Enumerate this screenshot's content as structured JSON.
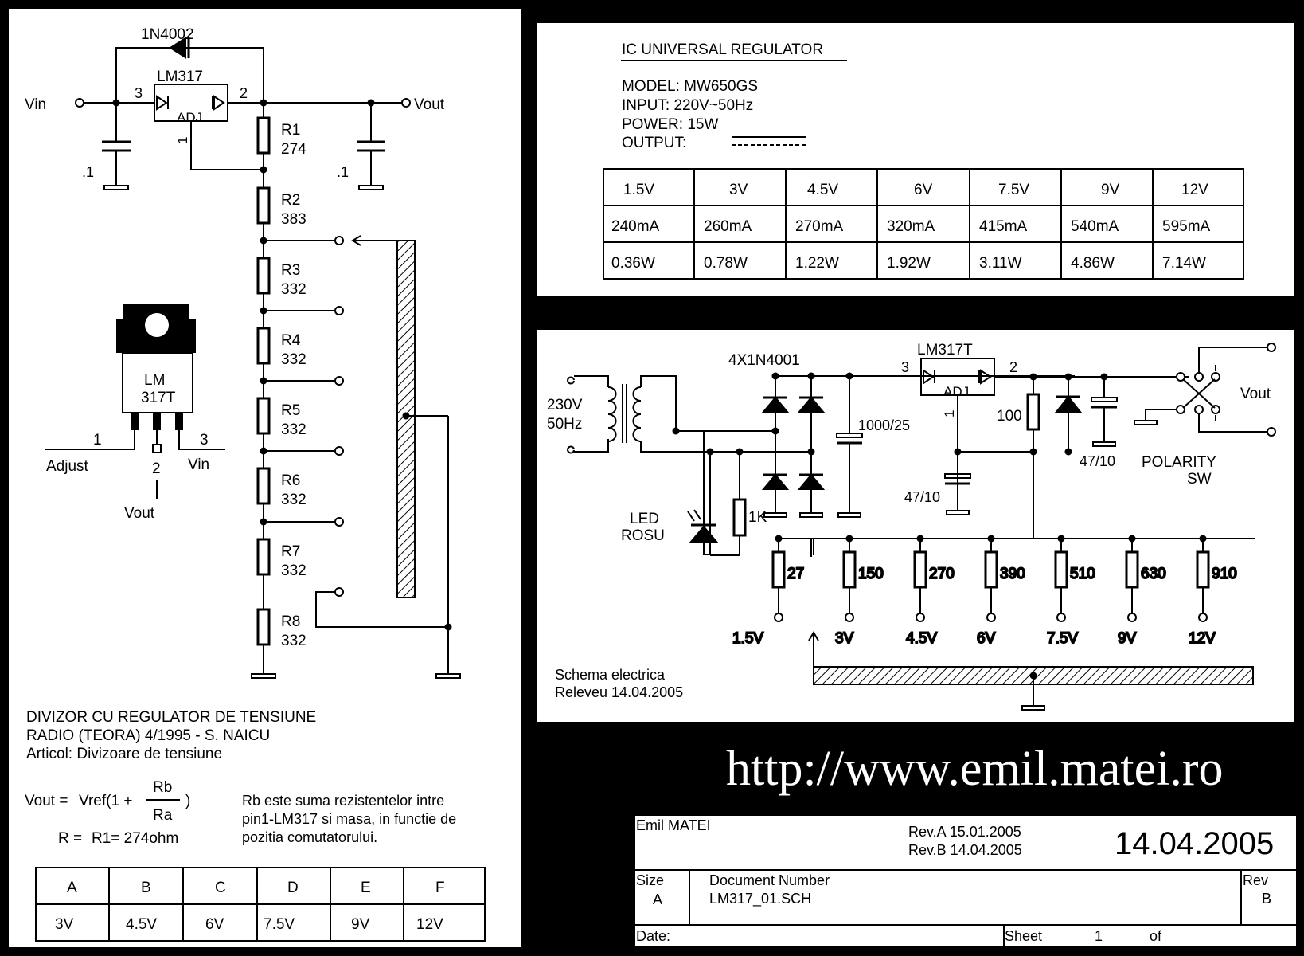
{
  "divider": {
    "diode": "1N4002",
    "ic": "LM317",
    "vin": "Vin",
    "vout": "Vout",
    "pin3": "3",
    "pin2": "2",
    "pin1": "1",
    "adj": "ADJ",
    "cap_in": ".1",
    "cap_out": ".1",
    "resistors": [
      {
        "name": "R1",
        "value": "274"
      },
      {
        "name": "R2",
        "value": "383"
      },
      {
        "name": "R3",
        "value": "332"
      },
      {
        "name": "R4",
        "value": "332"
      },
      {
        "name": "R5",
        "value": "332"
      },
      {
        "name": "R6",
        "value": "332"
      },
      {
        "name": "R7",
        "value": "332"
      },
      {
        "name": "R8",
        "value": "332"
      }
    ]
  },
  "package": {
    "line1": "LM",
    "line2": "317T",
    "pin1": "1",
    "pin2": "2",
    "pin3": "3",
    "adjust": "Adjust",
    "vin": "Vin",
    "vout": "Vout"
  },
  "article": {
    "title": "DIVIZOR CU REGULATOR DE TENSIUNE",
    "source": "RADIO (TEORA) 4/1995 - S. NAICU",
    "article": "Articol: Divizoare de tensiune",
    "formula_vout": "Vout =",
    "formula_vref": "Vref(1 +",
    "formula_rb": "Rb",
    "formula_ra": "Ra",
    "formula_close": ")",
    "formula_r": "R =",
    "formula_r1": "R1= 274ohm",
    "note": [
      "Rb este suma rezistentelor intre",
      "pin1-LM317 si masa, in functie de",
      "pozitia comutatorului."
    ]
  },
  "switch_table": {
    "headers": [
      "A",
      "B",
      "C",
      "D",
      "E",
      "F"
    ],
    "values": [
      "3V",
      "4.5V",
      "6V",
      "7.5V",
      "9V",
      "12V"
    ]
  },
  "spec": {
    "title": "IC UNIVERSAL REGULATOR",
    "model": "MODEL: MW650GS",
    "input": "INPUT: 220V~50Hz",
    "power": "POWER: 15W",
    "output": "OUTPUT:",
    "table": {
      "voltages": [
        "1.5V",
        "3V",
        "4.5V",
        "6V",
        "7.5V",
        "9V",
        "12V"
      ],
      "currents": [
        "240mA",
        "260mA",
        "270mA",
        "320mA",
        "415mA",
        "540mA",
        "595mA"
      ],
      "powers": [
        "0.36W",
        "0.78W",
        "1.22W",
        "1.92W",
        "3.11W",
        "4.86W",
        "7.14W"
      ]
    }
  },
  "supply": {
    "mains": "230V",
    "freq": "50Hz",
    "bridge": "4X1N4001",
    "cap_main": "1000/25",
    "ic": "LM317T",
    "adj": "ADJ",
    "pin3": "3",
    "pin2": "2",
    "pin1": "1",
    "r100": "100",
    "cap_out": "47/10",
    "cap_adj": "47/10",
    "vout": "Vout",
    "polarity1": "POLARITY",
    "polarity2": "SW",
    "led1": "LED",
    "led2": "ROSU",
    "r1k": "1K",
    "ladder": [
      {
        "r": "27",
        "v": "1.5V"
      },
      {
        "r": "150",
        "v": "3V"
      },
      {
        "r": "270",
        "v": "4.5V"
      },
      {
        "r": "390",
        "v": "6V"
      },
      {
        "r": "510",
        "v": "7.5V"
      },
      {
        "r": "630",
        "v": "9V"
      },
      {
        "r": "910",
        "v": "12V"
      }
    ],
    "note1": "Schema electrica",
    "note2": "Releveu 14.04.2005"
  },
  "url": "http://www.emil.matei.ro",
  "title_block": {
    "author": "Emil MATEI",
    "rev_a": "Rev.A 15.01.2005",
    "rev_b": "Rev.B 14.04.2005",
    "date_big": "14.04.2005",
    "size_label": "Size",
    "size_value": "A",
    "doc_label": "Document Number",
    "doc_value": "LM317_01.SCH",
    "rev_label": "Rev",
    "rev_value": "B",
    "date_label": "Date:",
    "sheet_label": "Sheet",
    "sheet_value": "1",
    "of_label": "of"
  }
}
